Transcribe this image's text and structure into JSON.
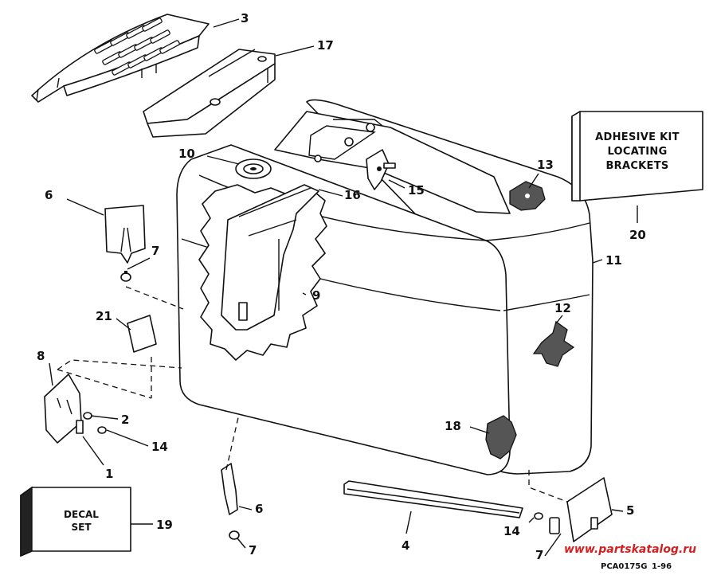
{
  "callouts": {
    "c1": "1",
    "c2": "2",
    "c3": "3",
    "c4": "4",
    "c5": "5",
    "c6a": "6",
    "c6b": "6",
    "c7a": "7",
    "c7b": "7",
    "c7c": "7",
    "c8": "8",
    "c9": "9",
    "c10": "10",
    "c11": "11",
    "c12": "12",
    "c13": "13",
    "c14a": "14",
    "c14b": "14",
    "c15": "15",
    "c16": "16",
    "c17": "17",
    "c18": "18",
    "c19": "19",
    "c20": "20",
    "c21": "21"
  },
  "adhesive_kit": {
    "line1": "ADHESIVE KIT",
    "line2": "LOCATING",
    "line3": "BRACKETS"
  },
  "decal_set": {
    "line1": "DECAL",
    "line2": "SET"
  },
  "footer": {
    "code": "PCA0175G",
    "date": "1-96",
    "watermark": "www.partskatalog.ru"
  },
  "colors": {
    "ink": "#111111",
    "watermark": "#d21f1f"
  }
}
